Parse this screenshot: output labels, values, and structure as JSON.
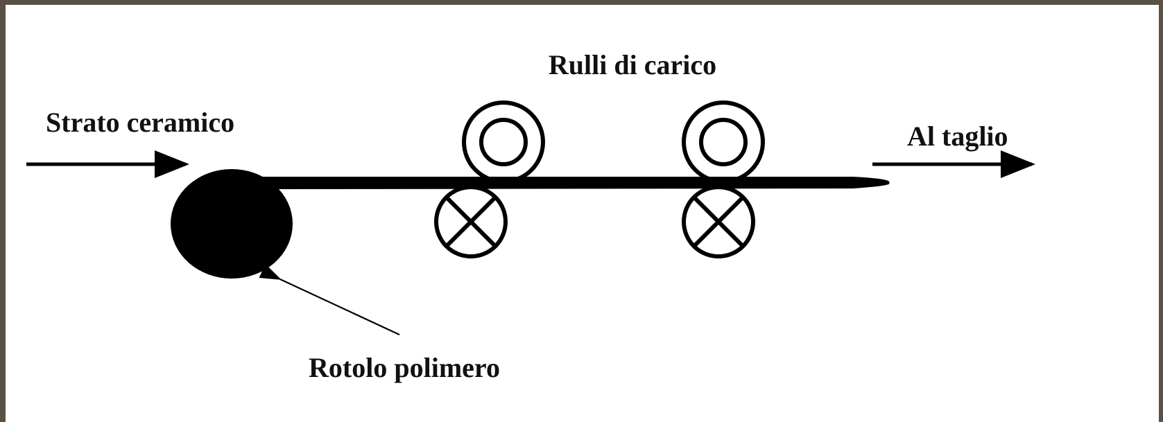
{
  "labels": {
    "load_rollers": "Rulli di carico",
    "ceramic_layer": "Strato ceramico",
    "to_cutting": "Al taglio",
    "polymer_roll": "Rotolo polimero"
  },
  "colors": {
    "ink": "#000000",
    "text": "#111111",
    "background": "#ffffff",
    "border": "#5b5045"
  }
}
